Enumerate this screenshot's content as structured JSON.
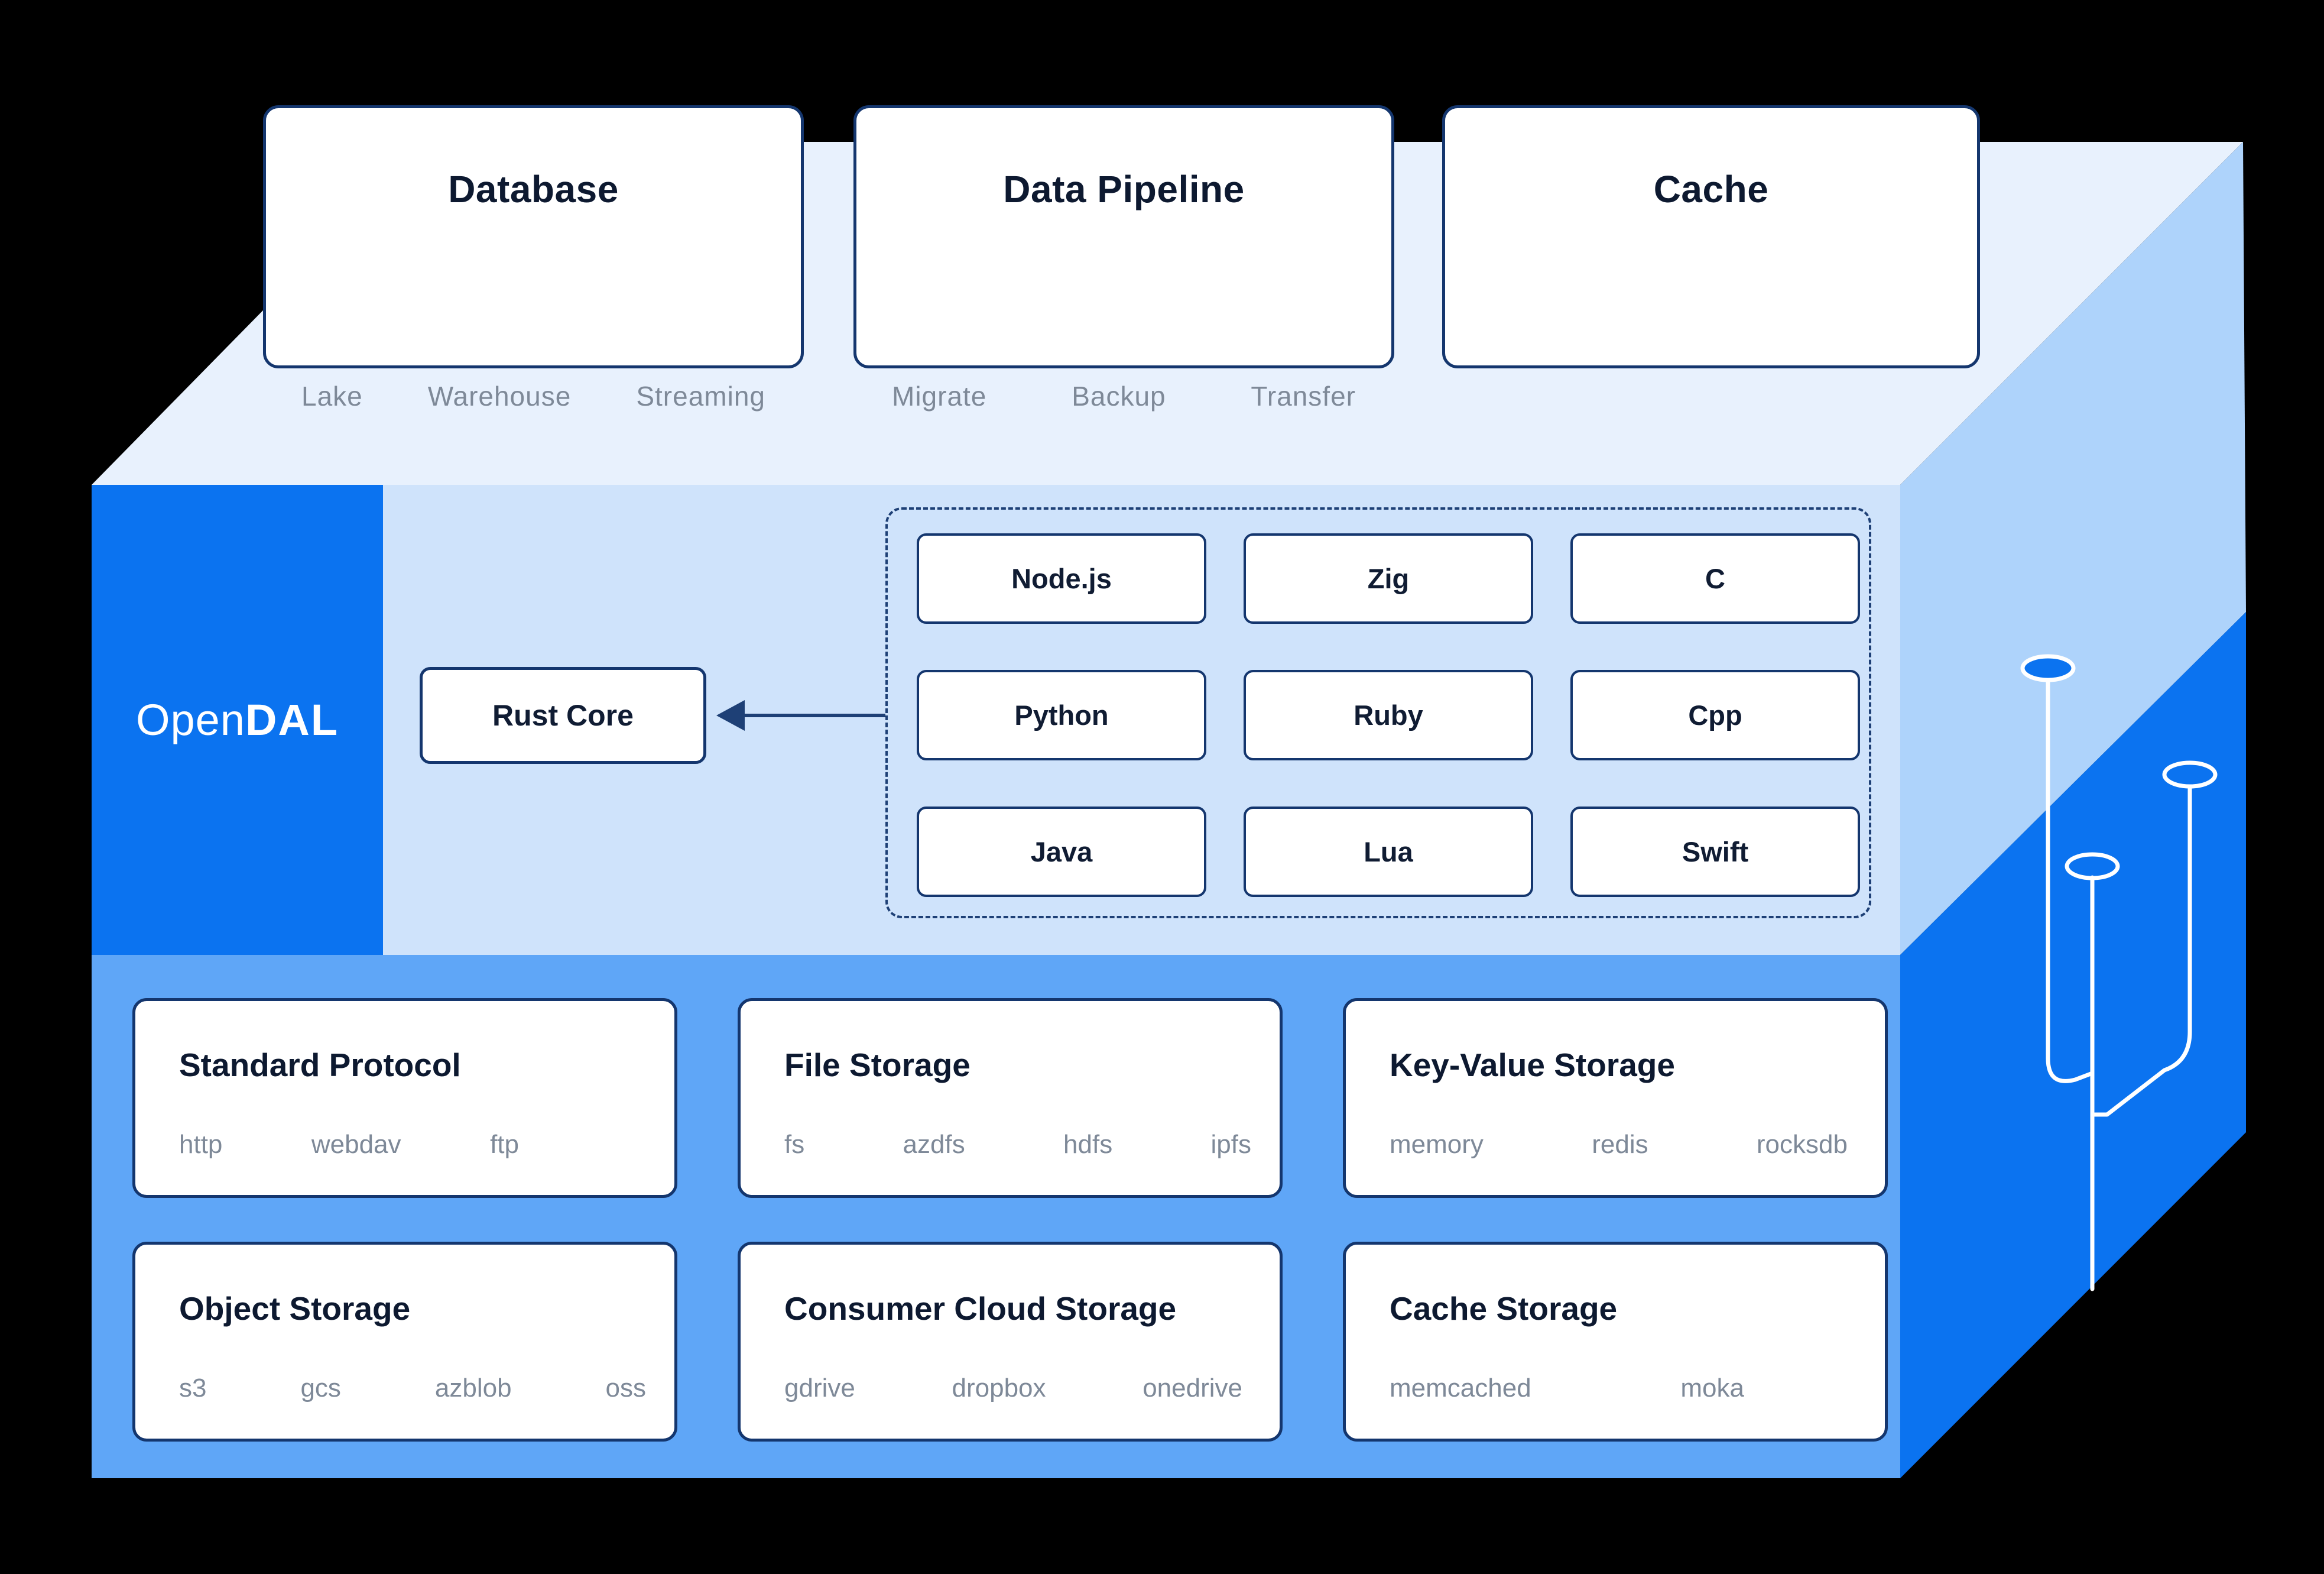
{
  "brand": {
    "logo_open": "Open",
    "logo_dal": "DAL"
  },
  "top_cards": [
    {
      "title": "Database",
      "items": [
        "Lake",
        "Warehouse",
        "Streaming"
      ]
    },
    {
      "title": "Data Pipeline",
      "items": [
        "Migrate",
        "Backup",
        "Transfer"
      ]
    },
    {
      "title": "Cache",
      "items": []
    }
  ],
  "core": {
    "label": "Rust Core"
  },
  "bindings": [
    [
      "Node.js",
      "Zig",
      "C"
    ],
    [
      "Python",
      "Ruby",
      "Cpp"
    ],
    [
      "Java",
      "Lua",
      "Swift"
    ]
  ],
  "storage_cards": [
    {
      "title": "Standard Protocol",
      "items": [
        "http",
        "webdav",
        "ftp"
      ]
    },
    {
      "title": "File Storage",
      "items": [
        "fs",
        "azdfs",
        "hdfs",
        "ipfs"
      ]
    },
    {
      "title": "Key-Value Storage",
      "items": [
        "memory",
        "redis",
        "rocksdb"
      ]
    },
    {
      "title": "Object Storage",
      "items": [
        "s3",
        "gcs",
        "azblob",
        "oss"
      ]
    },
    {
      "title": "Consumer Cloud Storage",
      "items": [
        "gdrive",
        "dropbox",
        "onedrive"
      ]
    },
    {
      "title": "Cache Storage",
      "items": [
        "memcached",
        "moka"
      ]
    }
  ],
  "colors": {
    "background": "#000000",
    "top_face": "#e8f1fd",
    "middle_band": "#cfe3fb",
    "bottom_band": "#5fa6f7",
    "side_upper": "#aed3fb",
    "side_lower": "#0b73f0",
    "brand_blue": "#0b73f0",
    "card_border": "#14366e",
    "dashed_border": "#1e4076",
    "title_text": "#0d1930",
    "subtext_gray": "#7e8998"
  }
}
